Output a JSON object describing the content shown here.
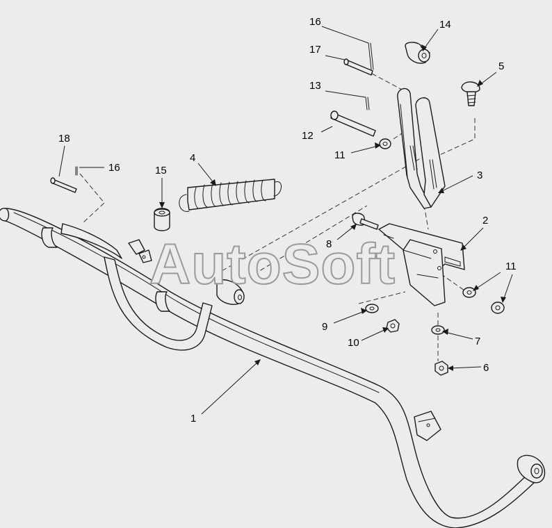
{
  "watermark": "AutoSoft",
  "callouts": [
    {
      "id": "c16a",
      "label": "16"
    },
    {
      "id": "c14",
      "label": "14"
    },
    {
      "id": "c17",
      "label": "17"
    },
    {
      "id": "c5",
      "label": "5"
    },
    {
      "id": "c13",
      "label": "13"
    },
    {
      "id": "c12",
      "label": "12"
    },
    {
      "id": "c11a",
      "label": "11"
    },
    {
      "id": "c3",
      "label": "3"
    },
    {
      "id": "c18",
      "label": "18"
    },
    {
      "id": "c16b",
      "label": "16"
    },
    {
      "id": "c15",
      "label": "15"
    },
    {
      "id": "c4",
      "label": "4"
    },
    {
      "id": "c2",
      "label": "2"
    },
    {
      "id": "c8",
      "label": "8"
    },
    {
      "id": "c11b",
      "label": "11"
    },
    {
      "id": "c9",
      "label": "9"
    },
    {
      "id": "c7",
      "label": "7"
    },
    {
      "id": "c10",
      "label": "10"
    },
    {
      "id": "c6",
      "label": "6"
    },
    {
      "id": "c1",
      "label": "1"
    }
  ]
}
